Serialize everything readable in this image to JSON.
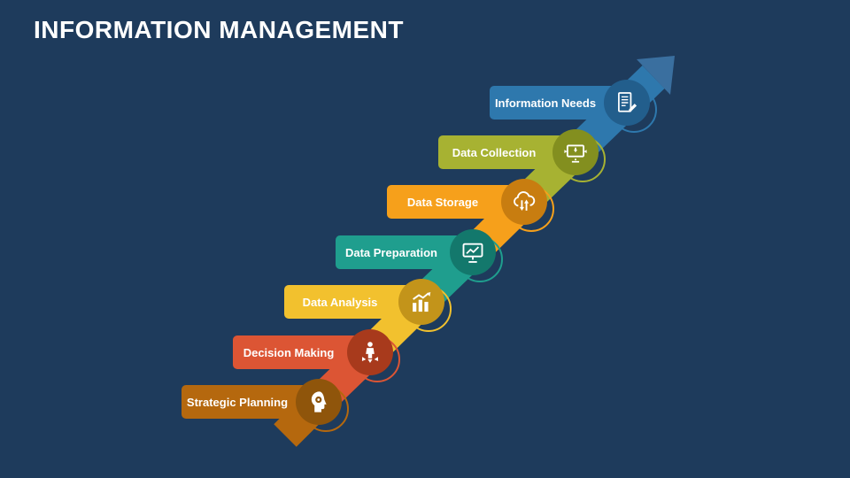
{
  "slide": {
    "title": "INFORMATION MANAGEMENT",
    "title_color": "#ffffff",
    "background_color": "#1e3b5c"
  },
  "steps": [
    {
      "label": "Strategic Planning",
      "color": "#b5680e",
      "circle_color": "#8f550b",
      "icon": "head-gear-icon"
    },
    {
      "label": "Decision Making",
      "color": "#dc5534",
      "circle_color": "#a83a1c",
      "icon": "person-arrows-icon"
    },
    {
      "label": "Data Analysis",
      "color": "#f2c12e",
      "circle_color": "#c3941a",
      "icon": "bar-chart-icon"
    },
    {
      "label": "Data Preparation",
      "color": "#1f9e8e",
      "circle_color": "#13786c",
      "icon": "monitor-chart-icon"
    },
    {
      "label": "Data Storage",
      "color": "#f6a01b",
      "circle_color": "#c87d10",
      "icon": "cloud-arrows-icon"
    },
    {
      "label": "Data Collection",
      "color": "#a7b232",
      "circle_color": "#838f1f",
      "icon": "monitor-arrows-icon"
    },
    {
      "label": "Information Needs",
      "color": "#2e78ad",
      "circle_color": "#225e8c",
      "icon": "document-pencil-icon"
    }
  ],
  "arrow": {
    "color": "#3a6f9f"
  }
}
